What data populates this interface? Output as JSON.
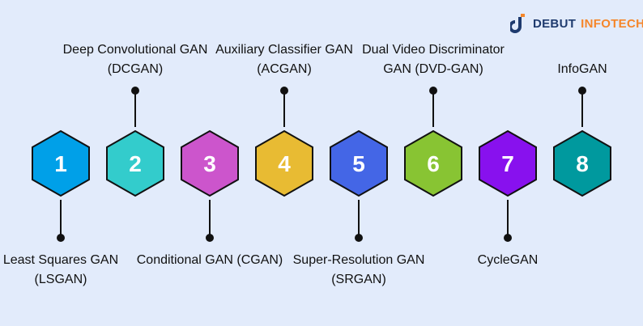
{
  "logo": {
    "part1": "DEBUT",
    "part2": "INFOTECH"
  },
  "items": [
    {
      "number": "1",
      "label": "Least Squares GAN (LSGAN)",
      "color": "#00a0e8",
      "pos": "bottom"
    },
    {
      "number": "2",
      "label": "Deep Convolutional GAN (DCGAN)",
      "color": "#33cccc",
      "pos": "top"
    },
    {
      "number": "3",
      "label": "Conditional GAN (CGAN)",
      "color": "#cc55cc",
      "pos": "bottom"
    },
    {
      "number": "4",
      "label": "Auxiliary Classifier GAN (ACGAN)",
      "color": "#e8bb33",
      "pos": "top"
    },
    {
      "number": "5",
      "label": "Super-Resolution GAN (SRGAN)",
      "color": "#4466e6",
      "pos": "bottom"
    },
    {
      "number": "6",
      "label": "Dual Video Discriminator GAN (DVD-GAN)",
      "color": "#88c433",
      "pos": "top"
    },
    {
      "number": "7",
      "label": "CycleGAN",
      "color": "#8811ee",
      "pos": "bottom"
    },
    {
      "number": "8",
      "label": "InfoGAN",
      "color": "#00999e",
      "pos": "top"
    }
  ]
}
